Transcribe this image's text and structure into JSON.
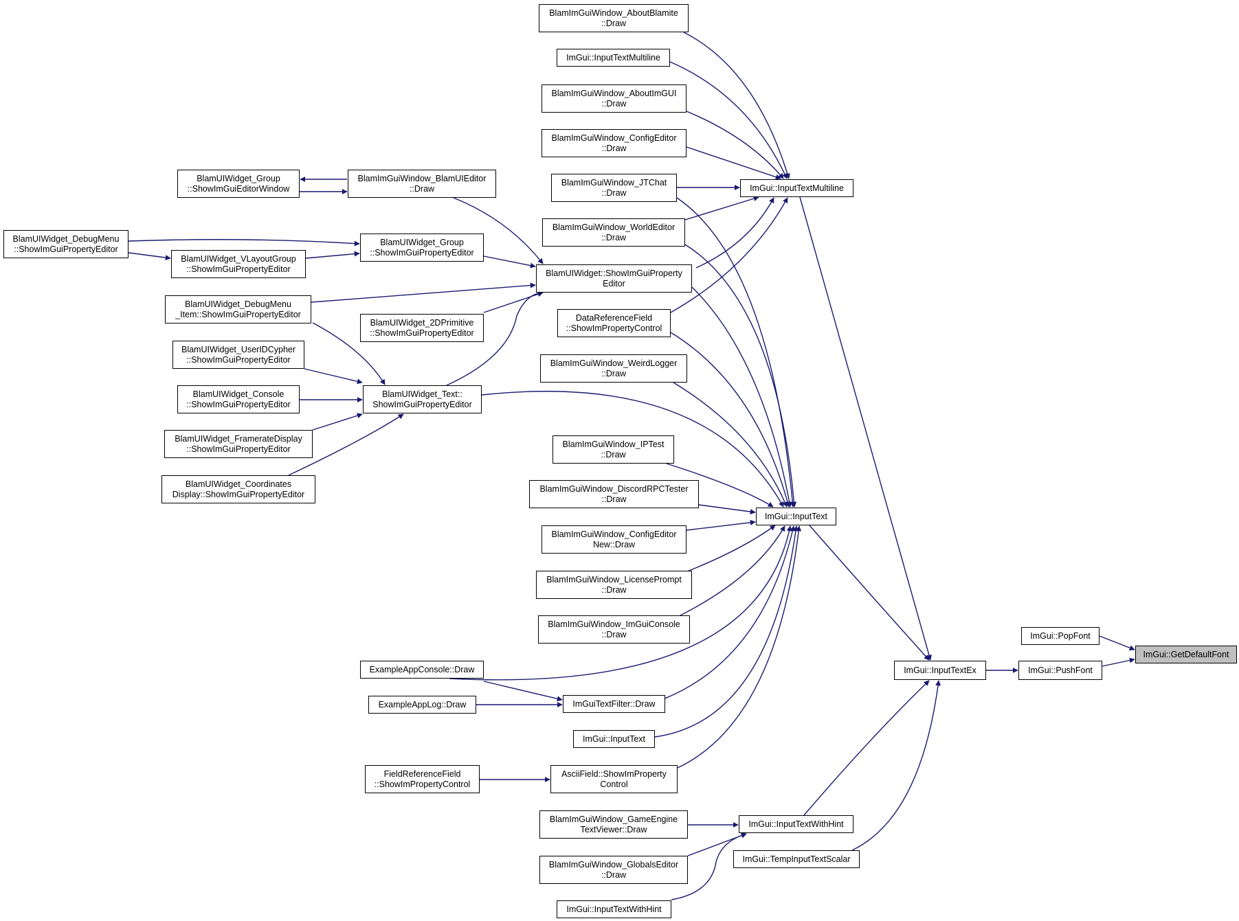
{
  "diagram": {
    "type": "caller-graph",
    "colors": {
      "edge": "#191970",
      "node_border": "#000000",
      "node_fill": "#ffffff",
      "highlight_fill": "#bfbfbf"
    },
    "nodes": [
      {
        "id": "getdefaultfont",
        "lines": [
          "ImGui::GetDefaultFont"
        ],
        "highlight": true
      },
      {
        "id": "popfont",
        "lines": [
          "ImGui::PopFont"
        ]
      },
      {
        "id": "pushfont",
        "lines": [
          "ImGui::PushFont"
        ]
      },
      {
        "id": "inputtextex",
        "lines": [
          "ImGui::InputTextEx"
        ]
      },
      {
        "id": "inputtextmultiline_main",
        "lines": [
          "ImGui::InputTextMultiline"
        ]
      },
      {
        "id": "inputtext_main",
        "lines": [
          "ImGui::InputText"
        ]
      },
      {
        "id": "inputtextwithhint_main",
        "lines": [
          "ImGui::InputTextWithHint"
        ]
      },
      {
        "id": "tempinputtextscalar",
        "lines": [
          "ImGui::TempInputTextScalar"
        ]
      },
      {
        "id": "aboutblamite",
        "lines": [
          "BlamImGuiWindow_AboutBlamite",
          "::Draw"
        ]
      },
      {
        "id": "inputtextmultiline_left",
        "lines": [
          "ImGui::InputTextMultiline"
        ]
      },
      {
        "id": "aboutimgui",
        "lines": [
          "BlamImGuiWindow_AboutImGUI",
          "::Draw"
        ]
      },
      {
        "id": "configeditor",
        "lines": [
          "BlamImGuiWindow_ConfigEditor",
          "::Draw"
        ]
      },
      {
        "id": "jtchat",
        "lines": [
          "BlamImGuiWindow_JTChat",
          "::Draw"
        ]
      },
      {
        "id": "worldeditor",
        "lines": [
          "BlamImGuiWindow_WorldEditor",
          "::Draw"
        ]
      },
      {
        "id": "uiwidget_showimgui",
        "lines": [
          "BlamUIWidget::ShowImGuiProperty",
          "Editor"
        ]
      },
      {
        "id": "datareferencefield",
        "lines": [
          "DataReferenceField",
          "::ShowImPropertyControl"
        ]
      },
      {
        "id": "weirdlogger",
        "lines": [
          "BlamImGuiWindow_WeirdLogger",
          "::Draw"
        ]
      },
      {
        "id": "iptest",
        "lines": [
          "BlamImGuiWindow_IPTest",
          "::Draw"
        ]
      },
      {
        "id": "discordrpc",
        "lines": [
          "BlamImGuiWindow_DiscordRPCTester",
          "::Draw"
        ]
      },
      {
        "id": "configeditornew",
        "lines": [
          "BlamImGuiWindow_ConfigEditor",
          "New::Draw"
        ]
      },
      {
        "id": "licenseprompt",
        "lines": [
          "BlamImGuiWindow_LicensePrompt",
          "::Draw"
        ]
      },
      {
        "id": "imguiconsole",
        "lines": [
          "BlamImGuiWindow_ImGuiConsole",
          "::Draw"
        ]
      },
      {
        "id": "textfilter",
        "lines": [
          "ImGuiTextFilter::Draw"
        ]
      },
      {
        "id": "inputtext_left",
        "lines": [
          "ImGui::InputText"
        ]
      },
      {
        "id": "asciifield",
        "lines": [
          "AsciiField::ShowImProperty",
          "Control"
        ]
      },
      {
        "id": "gameenginetextviewer",
        "lines": [
          "BlamImGuiWindow_GameEngine",
          "TextViewer::Draw"
        ]
      },
      {
        "id": "globalseditor",
        "lines": [
          "BlamImGuiWindow_GlobalsEditor",
          "::Draw"
        ]
      },
      {
        "id": "inputtextwithhint_left",
        "lines": [
          "ImGui::InputTextWithHint"
        ]
      },
      {
        "id": "blamuieditor",
        "lines": [
          "BlamImGuiWindow_BlamUIEditor",
          "::Draw"
        ]
      },
      {
        "id": "group_editorwindow",
        "lines": [
          "BlamUIWidget_Group",
          "::ShowImGuiEditorWindow"
        ]
      },
      {
        "id": "group_property",
        "lines": [
          "BlamUIWidget_Group",
          "::ShowImGuiPropertyEditor"
        ]
      },
      {
        "id": "debugmenu",
        "lines": [
          "BlamUIWidget_DebugMenu",
          "::ShowImGuiPropertyEditor"
        ]
      },
      {
        "id": "vlayoutgroup",
        "lines": [
          "BlamUIWidget_VLayoutGroup",
          "::ShowImGuiPropertyEditor"
        ]
      },
      {
        "id": "debugmenu_item",
        "lines": [
          "BlamUIWidget_DebugMenu",
          "_Item::ShowImGuiPropertyEditor"
        ]
      },
      {
        "id": "primitive2d",
        "lines": [
          "BlamUIWidget_2DPrimitive",
          "::ShowImGuiPropertyEditor"
        ]
      },
      {
        "id": "useridcypher",
        "lines": [
          "BlamUIWidget_UserIDCypher",
          "::ShowImGuiPropertyEditor"
        ]
      },
      {
        "id": "console_widget",
        "lines": [
          "BlamUIWidget_Console",
          "::ShowImGuiPropertyEditor"
        ]
      },
      {
        "id": "text_widget",
        "lines": [
          "BlamUIWidget_Text::",
          "ShowImGuiPropertyEditor"
        ]
      },
      {
        "id": "framerate",
        "lines": [
          "BlamUIWidget_FramerateDisplay",
          "::ShowImGuiPropertyEditor"
        ]
      },
      {
        "id": "coordinates",
        "lines": [
          "BlamUIWidget_Coordinates",
          "Display::ShowImGuiPropertyEditor"
        ]
      },
      {
        "id": "appconsole",
        "lines": [
          "ExampleAppConsole::Draw"
        ]
      },
      {
        "id": "applog",
        "lines": [
          "ExampleAppLog::Draw"
        ]
      },
      {
        "id": "fieldreference",
        "lines": [
          "FieldReferenceField",
          "::ShowImPropertyControl"
        ]
      }
    ]
  }
}
